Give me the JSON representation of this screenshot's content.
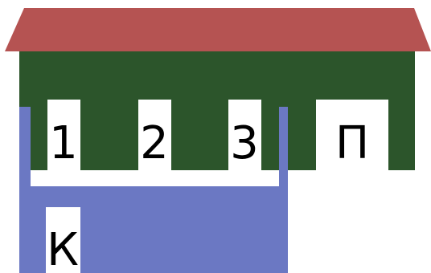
{
  "diagram": {
    "colors": {
      "roof": "#b55352",
      "wall": "#2c552b",
      "corridor": "#6b78c3",
      "background": "#ffffff",
      "text": "#000000"
    },
    "rooms": [
      {
        "id": "room-1",
        "label": "1"
      },
      {
        "id": "room-2",
        "label": "2"
      },
      {
        "id": "room-3",
        "label": "3"
      },
      {
        "id": "room-p",
        "label": "П"
      },
      {
        "id": "room-k",
        "label": "К"
      }
    ]
  }
}
